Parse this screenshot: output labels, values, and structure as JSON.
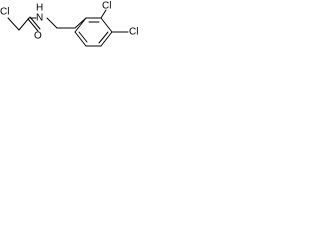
{
  "molecule": {
    "atoms": {
      "cl_chloroacetyl": "Cl",
      "o_carbonyl": "O",
      "n_amide": "N",
      "h_amide": "H",
      "cl_ring_ortho": "Cl",
      "cl_ring_para": "Cl"
    }
  }
}
